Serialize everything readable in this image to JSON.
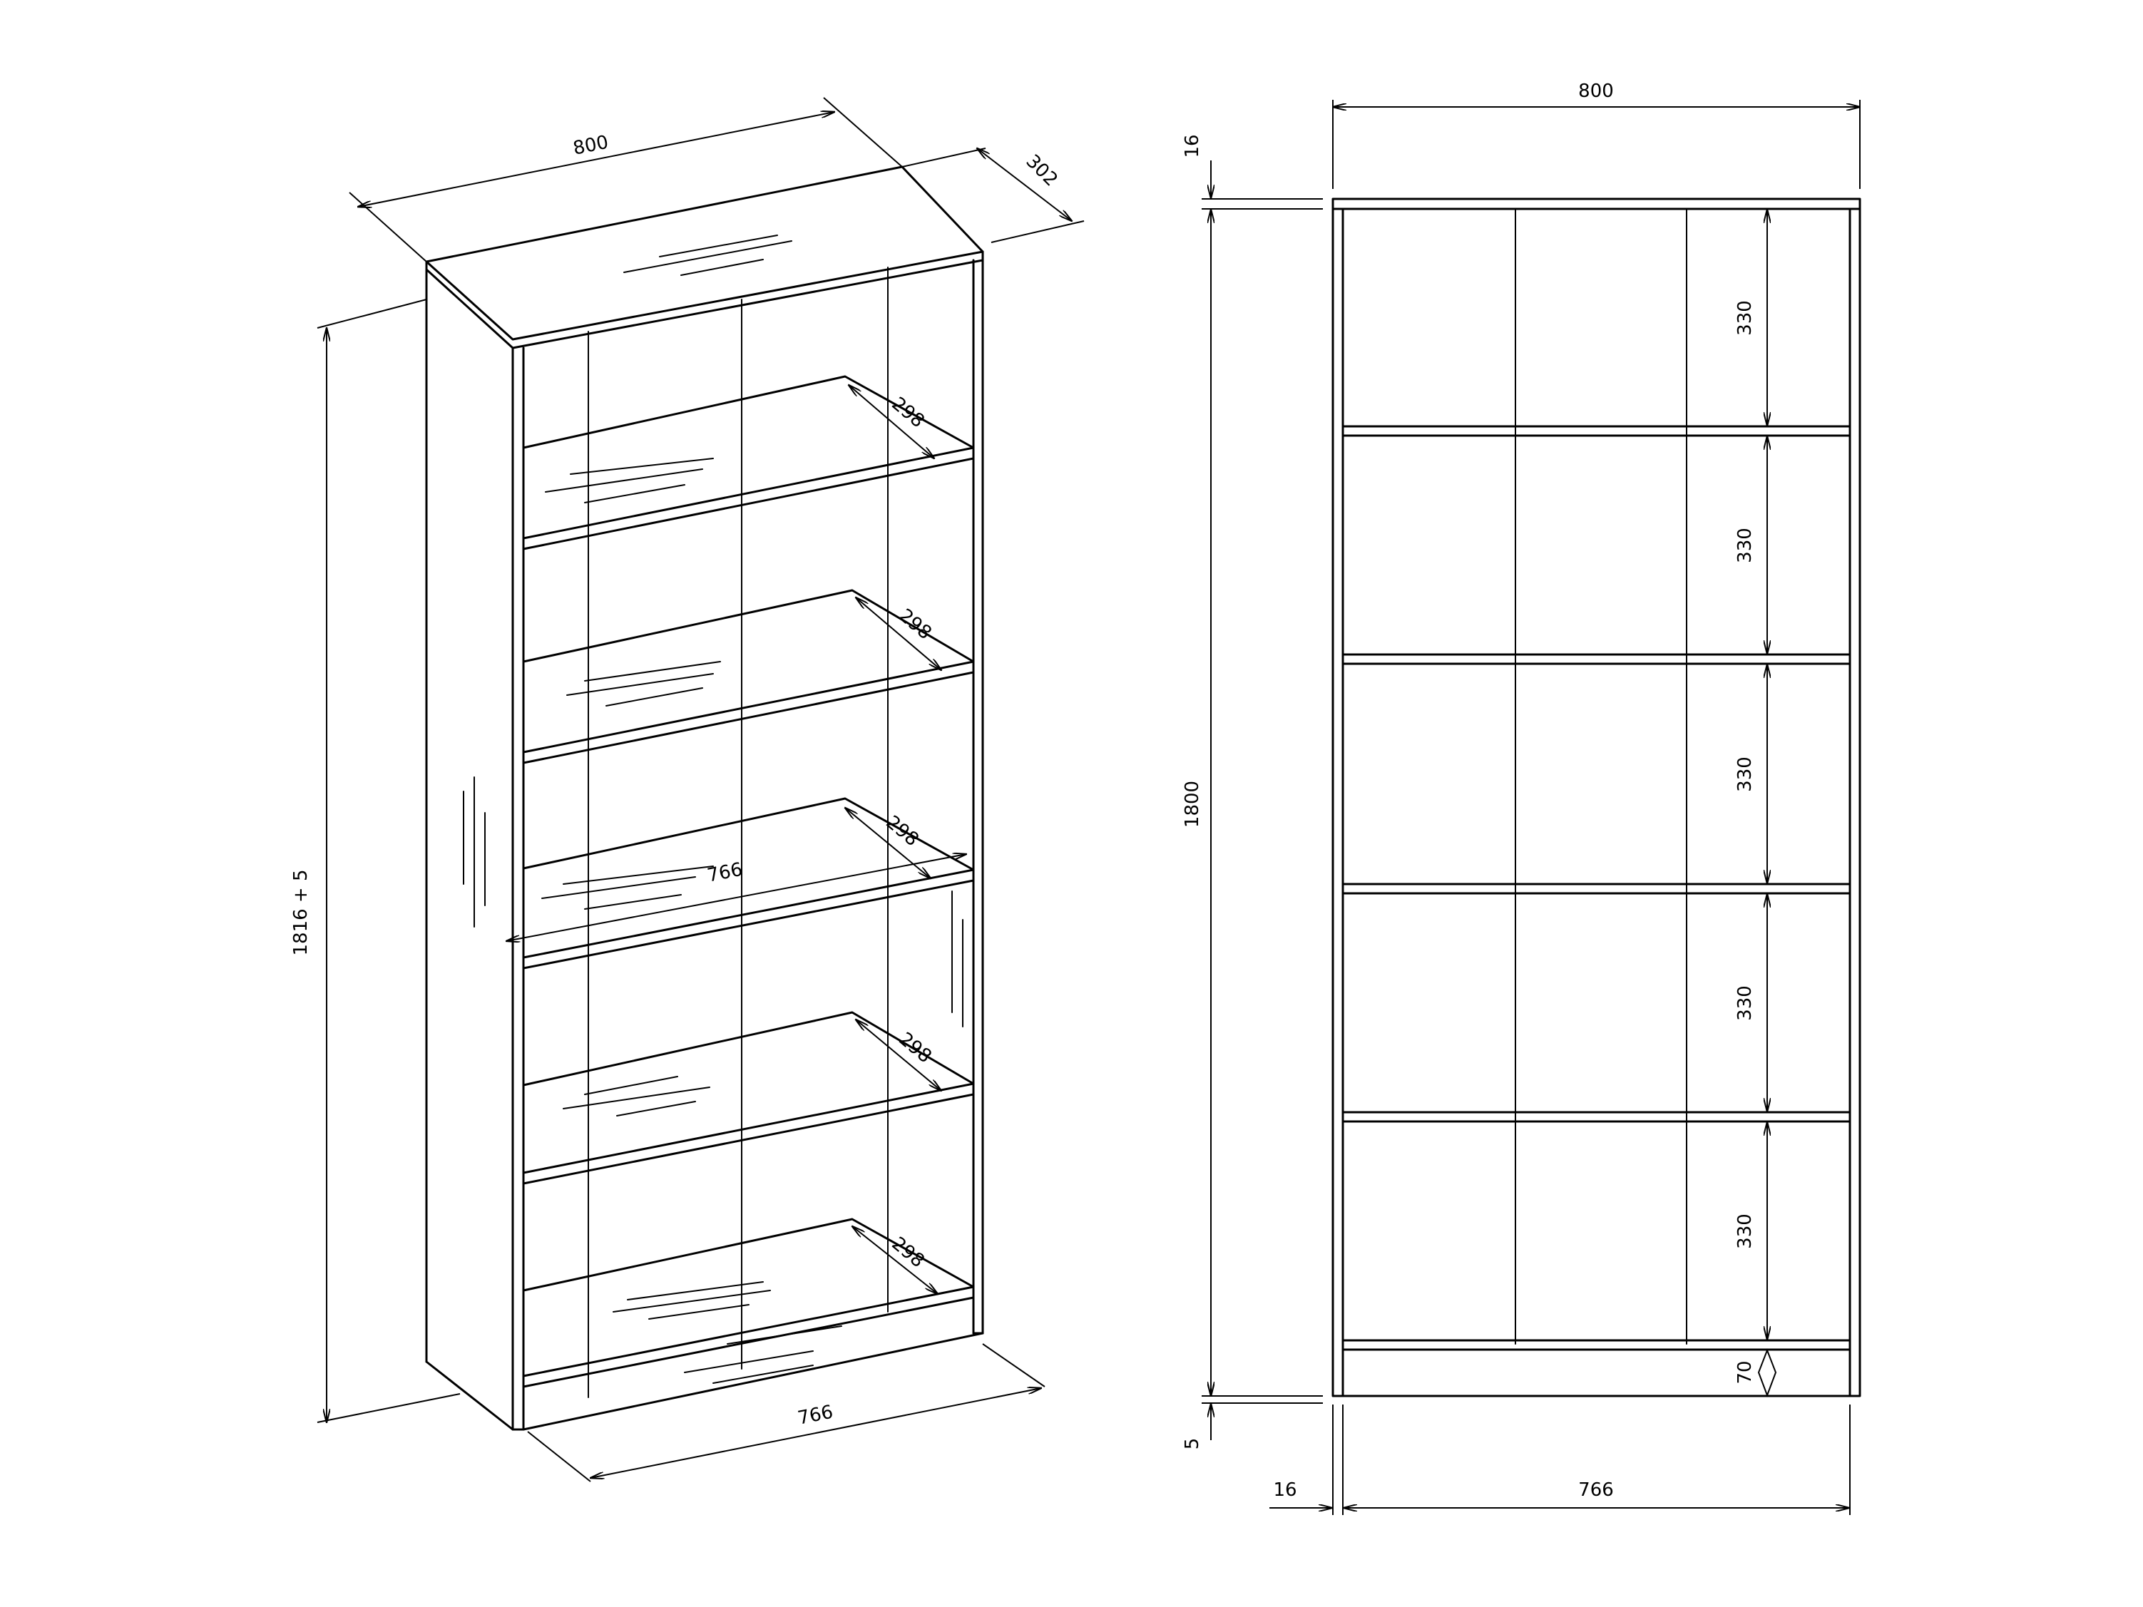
{
  "perspective": {
    "width": "800",
    "depth": "302",
    "height": "1816 + 5",
    "inner_width_bottom": "766",
    "inner_width_middle": "766",
    "shelf_depths": [
      "298",
      "298",
      "298",
      "298",
      "298"
    ]
  },
  "front": {
    "width": "800",
    "top_thickness": "16",
    "height": "1800",
    "foot": "5",
    "side_thickness": "16",
    "inner_width": "766",
    "plinth": "70",
    "compartments": [
      "330",
      "330",
      "330",
      "330",
      "330"
    ]
  }
}
